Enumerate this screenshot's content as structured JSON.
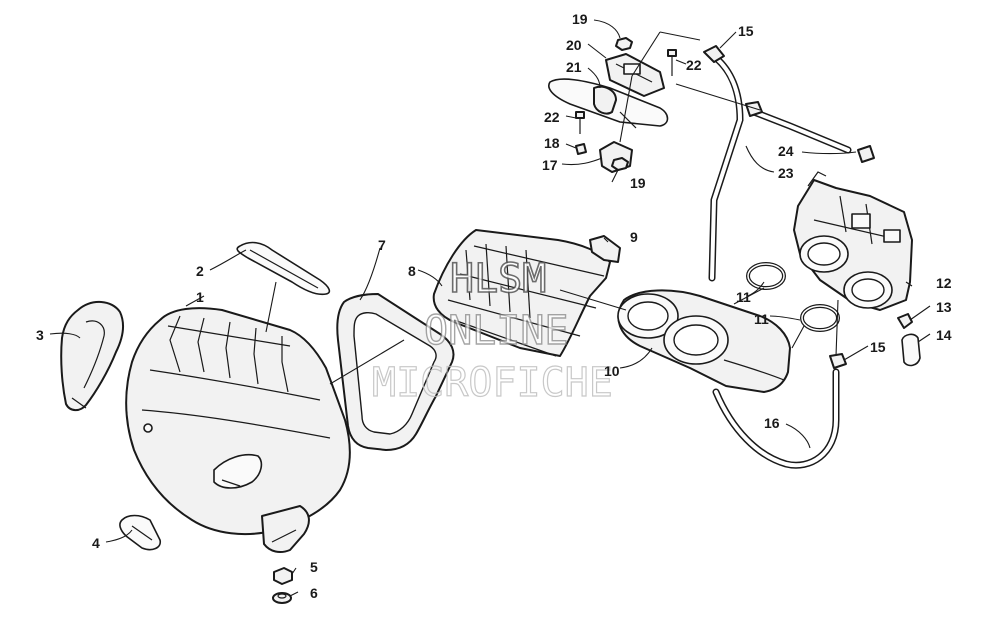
{
  "watermark": {
    "line1": "HLSM",
    "line2": "ONLINE",
    "line3": "MICROFICHE"
  },
  "callouts": [
    {
      "id": "c1",
      "label": "1"
    },
    {
      "id": "c2",
      "label": "2"
    },
    {
      "id": "c3",
      "label": "3"
    },
    {
      "id": "c4",
      "label": "4"
    },
    {
      "id": "c5",
      "label": "5"
    },
    {
      "id": "c6",
      "label": "6"
    },
    {
      "id": "c7",
      "label": "7"
    },
    {
      "id": "c8",
      "label": "8"
    },
    {
      "id": "c9",
      "label": "9"
    },
    {
      "id": "c10",
      "label": "10"
    },
    {
      "id": "c11a",
      "label": "11"
    },
    {
      "id": "c11b",
      "label": "11"
    },
    {
      "id": "c12",
      "label": "12"
    },
    {
      "id": "c13",
      "label": "13"
    },
    {
      "id": "c14",
      "label": "14"
    },
    {
      "id": "c15a",
      "label": "15"
    },
    {
      "id": "c15b",
      "label": "15"
    },
    {
      "id": "c16",
      "label": "16"
    },
    {
      "id": "c17",
      "label": "17"
    },
    {
      "id": "c18",
      "label": "18"
    },
    {
      "id": "c19a",
      "label": "19"
    },
    {
      "id": "c19b",
      "label": "19"
    },
    {
      "id": "c20",
      "label": "20"
    },
    {
      "id": "c21",
      "label": "21"
    },
    {
      "id": "c22a",
      "label": "22"
    },
    {
      "id": "c22b",
      "label": "22"
    },
    {
      "id": "c23",
      "label": "23"
    },
    {
      "id": "c24",
      "label": "24"
    }
  ]
}
